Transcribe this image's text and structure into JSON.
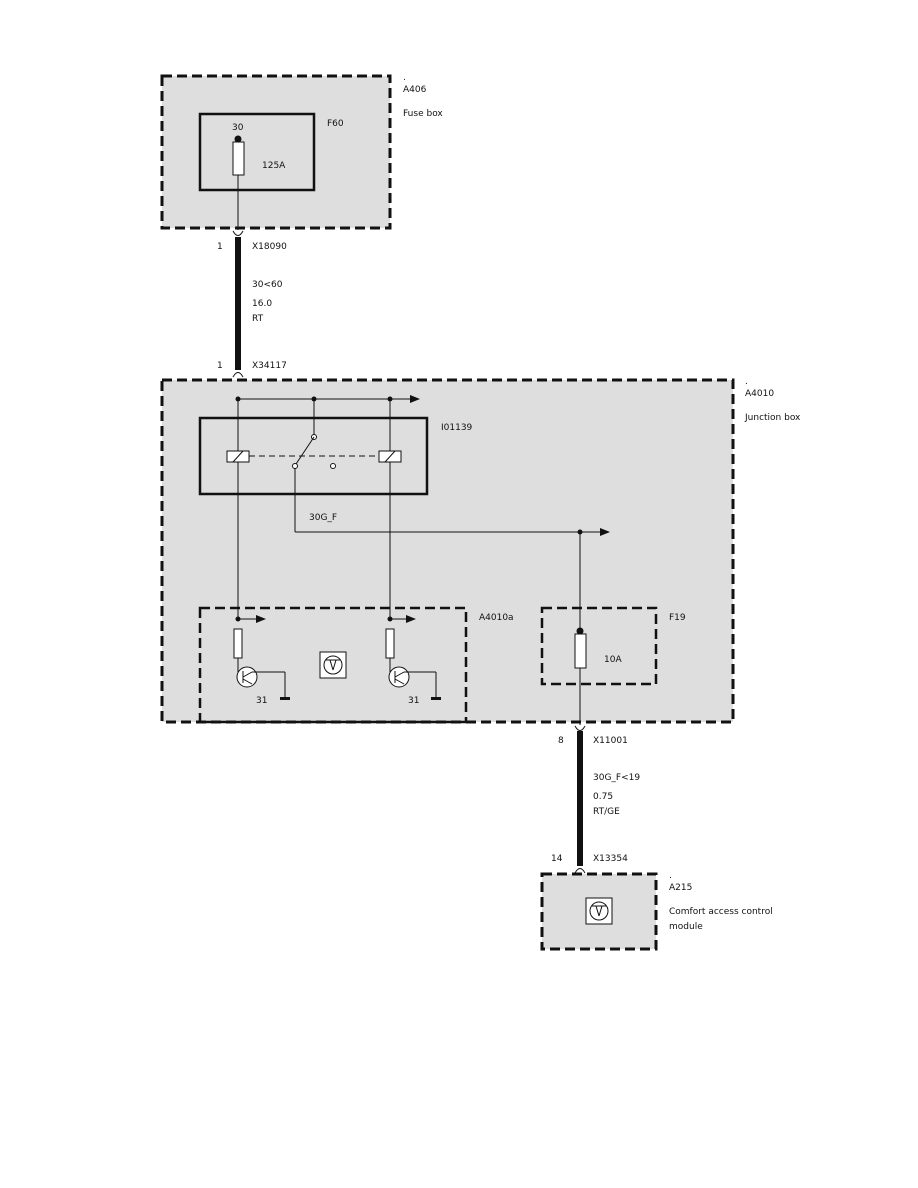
{
  "fuse_box": {
    "dot": ".",
    "id": "A406",
    "name": "Fuse box",
    "fuse_id": "F60",
    "terminal": "30",
    "rating": "125A"
  },
  "wire1": {
    "pin_top": "1",
    "connector_top": "X18090",
    "circuit": "30<60",
    "cross_section": "16.0",
    "color": "RT",
    "pin_bottom": "1",
    "connector_bottom": "X34117"
  },
  "junction_box": {
    "dot": ".",
    "id": "A4010",
    "name": "Junction box",
    "relay_id": "I01139",
    "output_label": "30G_F",
    "sub_module_id": "A4010a",
    "ground_left": "31",
    "ground_right": "31",
    "fuse_id": "F19",
    "fuse_rating": "10A"
  },
  "wire2": {
    "pin_top": "8",
    "connector_top": "X11001",
    "circuit": "30G_F<19",
    "cross_section": "0.75",
    "color": "RT/GE",
    "pin_bottom": "14",
    "connector_bottom": "X13354"
  },
  "comfort_module": {
    "dot": ".",
    "id": "A215",
    "name_line1": "Comfort access control",
    "name_line2": "module"
  }
}
